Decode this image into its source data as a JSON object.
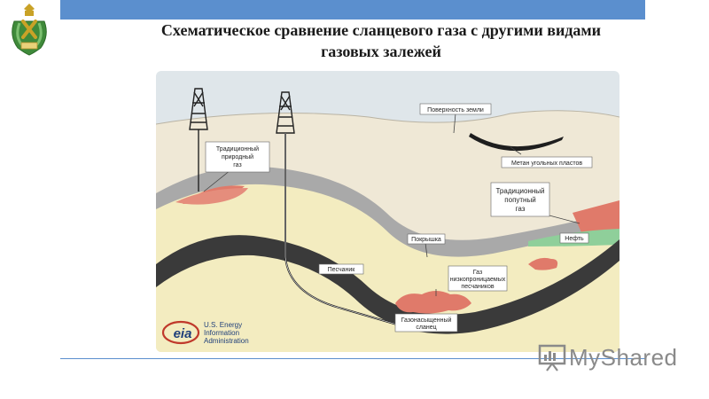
{
  "title_line1": "Схематическое сравнение сланцевого газа с другими видами",
  "title_line2": "газовых залежей",
  "labels": {
    "surface": "Поверхность земли",
    "coalbed_methane": "Метан угольных пластов",
    "conventional_natural_gas": [
      "Традиционный",
      "природный",
      "газ"
    ],
    "conventional_associated_gas": [
      "Традиционный",
      "попутный",
      "газ"
    ],
    "oil": "Нефть",
    "seal": "Покрышка",
    "sandstone": "Песчаник",
    "tight_sand_gas": [
      "Газ",
      "низкопроницаемых",
      "песчаников"
    ],
    "gas_rich_shale": [
      "Газонасыщенный",
      "сланец"
    ]
  },
  "source_logo": {
    "mark": "eia",
    "text": [
      "U.S. Energy",
      "Information",
      "Administration"
    ]
  },
  "watermark": "MyShared",
  "colors": {
    "accent_bar": "#5b8fce",
    "sky": "#dfe6ea",
    "surface_layer": "#efe8d6",
    "sandstone_layer": "#f3ecc0",
    "seal_layer": "#a9a9a9",
    "shale_layer": "#3a3a3a",
    "gas": "#e07a6a",
    "oil": "#8fcf9a"
  }
}
